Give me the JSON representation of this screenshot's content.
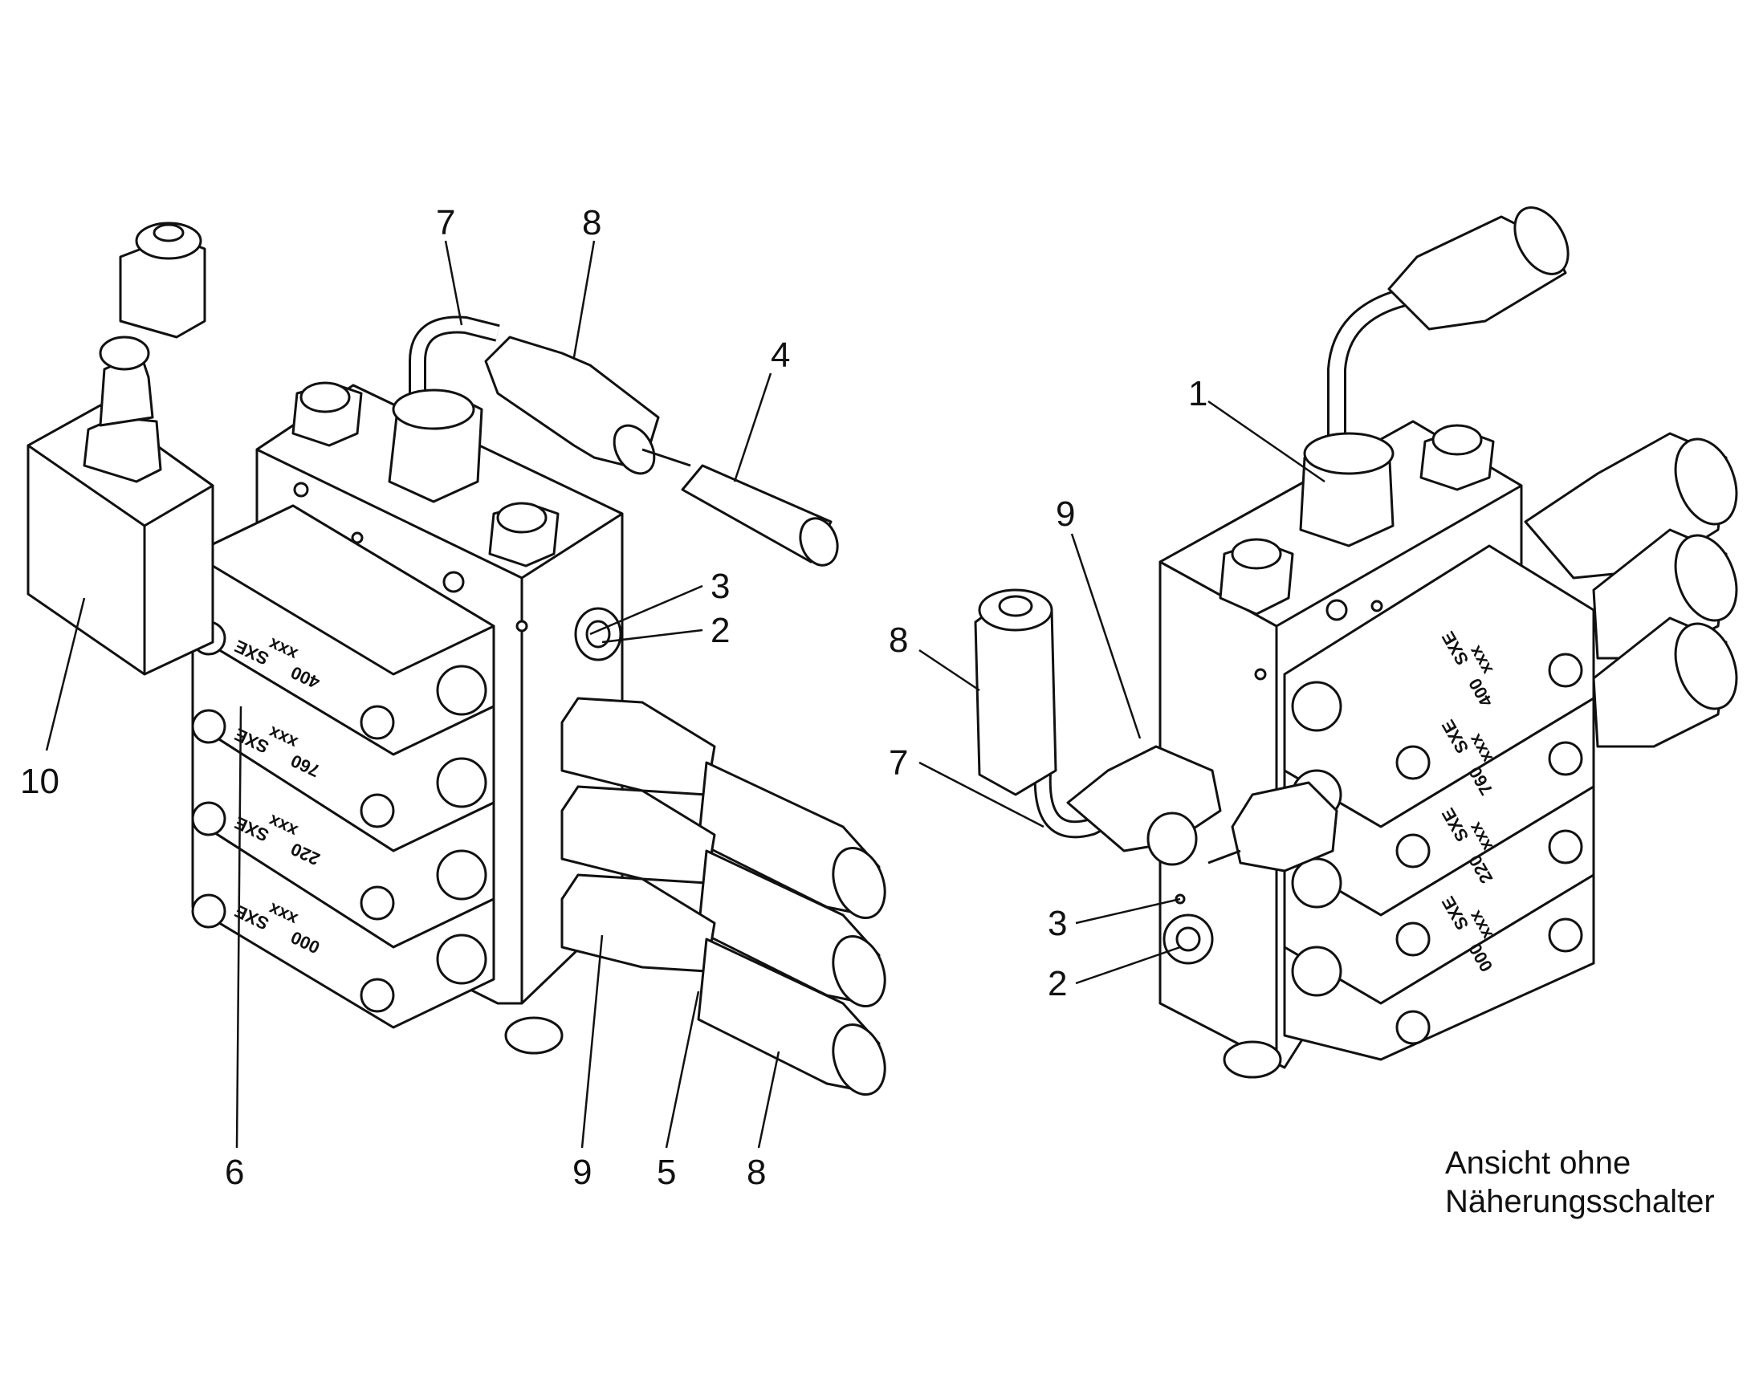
{
  "diagram": {
    "callouts_left": [
      "10",
      "7",
      "8",
      "4",
      "3",
      "2",
      "6",
      "9",
      "5",
      "8"
    ],
    "callouts_right": [
      "1",
      "9",
      "8",
      "7",
      "3",
      "2"
    ],
    "block_markings": {
      "mark_400": "400",
      "mark_760": "760",
      "mark_220": "220",
      "mark_000": "000",
      "sxe": "SXE",
      "xxx": "xxx"
    },
    "caption": {
      "line1": "Ansicht ohne",
      "line2": "Näherungsschalter"
    }
  }
}
